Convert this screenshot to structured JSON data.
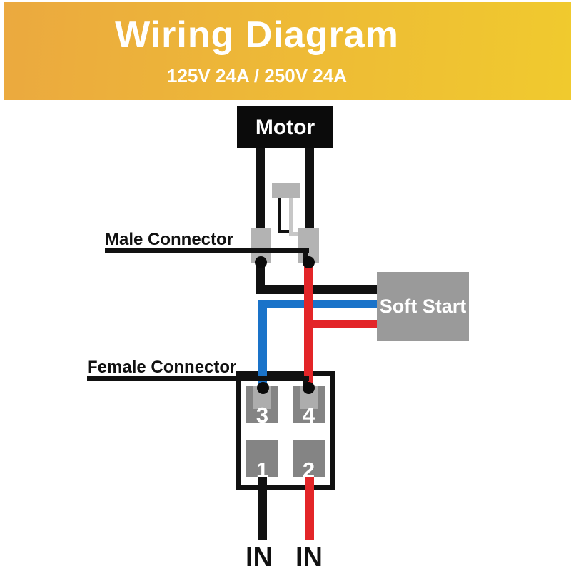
{
  "banner": {
    "title": "Wiring Diagram",
    "subtitle": "125V 24A / 250V 24A",
    "gradient_left": "#eba93f",
    "gradient_right": "#f0ca2e"
  },
  "diagram": {
    "motor": {
      "label": "Motor"
    },
    "male_connector": {
      "label": "Male Connector"
    },
    "female_connector": {
      "label": "Female Connector",
      "terminals": [
        {
          "label": "3"
        },
        {
          "label": "4"
        },
        {
          "label": "1"
        },
        {
          "label": "2"
        }
      ]
    },
    "soft_start": {
      "label": "Soft Start"
    },
    "inputs": [
      {
        "label": "IN"
      },
      {
        "label": "IN"
      }
    ],
    "colors": {
      "wire_black": "#111111",
      "wire_red": "#e32528",
      "wire_blue": "#1a73c9",
      "connector_pin_gray": "#b3b3b3",
      "soft_start_gray": "#9a9a9a",
      "terminal_gray": "#848484",
      "terminal_notch_gray": "#adadad",
      "protector_lead_gray": "#c7c7c7"
    }
  }
}
